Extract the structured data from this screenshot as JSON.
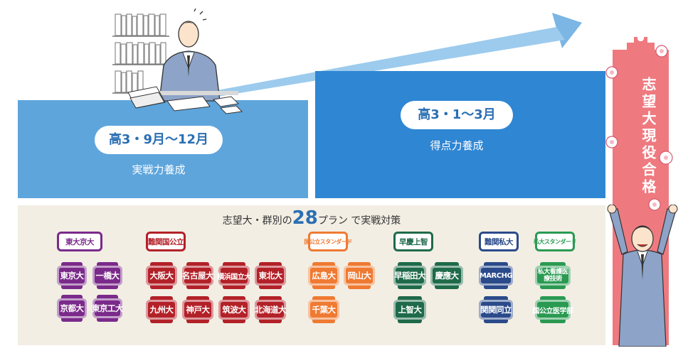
{
  "steps": [
    {
      "period": "高3・9月〜12月",
      "caption": "実戦力養成"
    },
    {
      "period": "高3・1〜3月",
      "caption": "得点力養成"
    }
  ],
  "plans": {
    "heading_pre": "志望大・群別の",
    "heading_num": "28",
    "heading_post": "プラン で実戦対策",
    "groups": [
      {
        "name": "東大京大",
        "color": "#7a2a8a",
        "items": [
          "東京大",
          "一橋大",
          "京都大",
          "東京工大"
        ]
      },
      {
        "name": "難関国公立",
        "color": "#b32128",
        "items": [
          "大阪大",
          "名古屋大",
          "横浜国立大",
          "東北大",
          "九州大",
          "神戸大",
          "筑波大",
          "北海道大"
        ]
      },
      {
        "name": "国公立スタンダード",
        "color": "#ef7a32",
        "items": [
          "広島大",
          "岡山大",
          "千葉大"
        ]
      },
      {
        "name": "早慶上智",
        "color": "#1f6a4a",
        "items": [
          "早稲田大",
          "慶應大",
          "上智大"
        ]
      },
      {
        "name": "難関私大",
        "color": "#2a4a8a",
        "items": [
          "MARCHG",
          "関関同立"
        ]
      },
      {
        "name": "私大スタンダード",
        "color": "#2a9a52",
        "items": [
          "私大看護医療技術",
          "国公立医学部"
        ]
      }
    ]
  },
  "goal": {
    "text": "志望大現役合格"
  },
  "colors": {
    "step1": "#5ea5dc",
    "step2": "#2f86d3",
    "goal": "#ee7a7f",
    "plans_bg": "#f2eee4"
  }
}
